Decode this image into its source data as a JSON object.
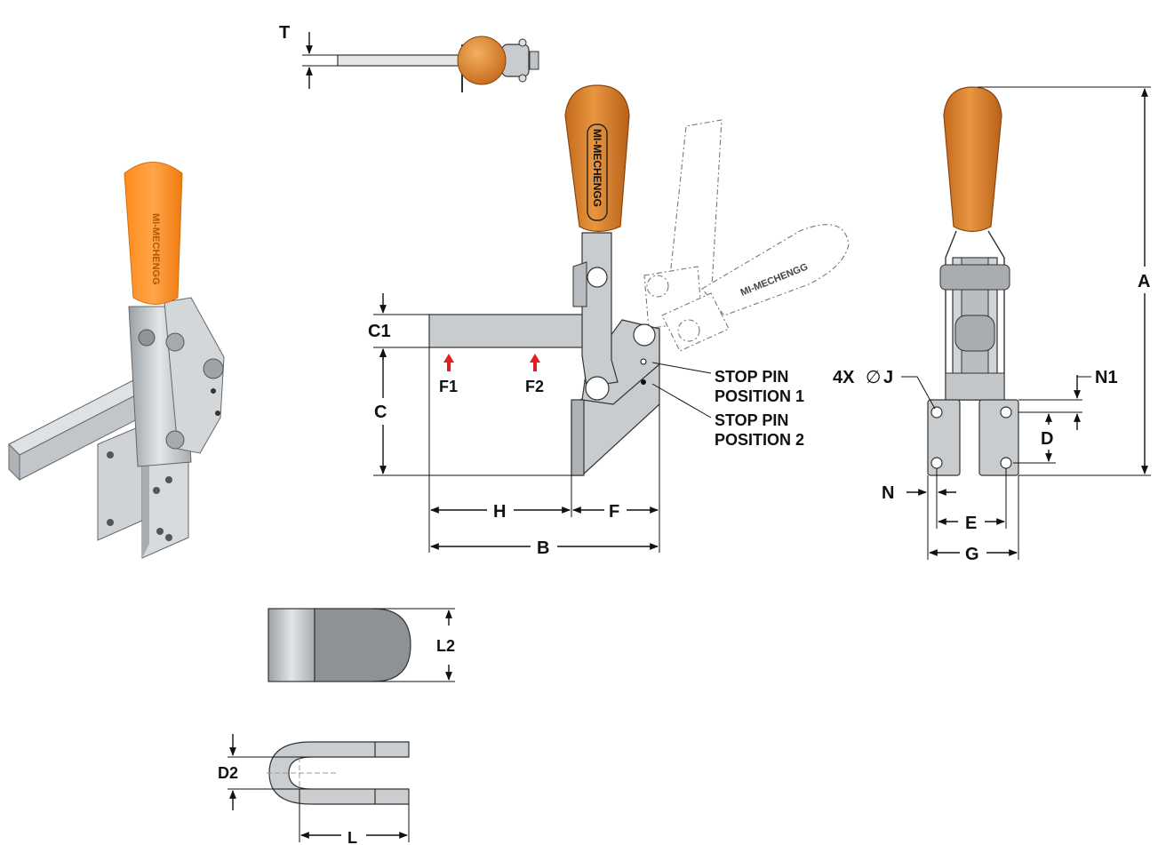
{
  "brand": "MI-MECHENGG",
  "colors": {
    "handle": "#d9822b",
    "handle_light": "#ff9a2e",
    "metal": "#c9cccf",
    "force_arrow": "#e02020",
    "line": "#111111"
  },
  "labels": {
    "T": "T",
    "C1": "C1",
    "C": "C",
    "F1": "F1",
    "F2": "F2",
    "H": "H",
    "F": "F",
    "B": "B",
    "stop_pin_1_line1": "STOP PIN",
    "stop_pin_1_line2": "POSITION 1",
    "stop_pin_2_line1": "STOP PIN",
    "stop_pin_2_line2": "POSITION 2",
    "A": "A",
    "holes": "4X",
    "diameter_symbol": "∅",
    "J": "J",
    "N1": "N1",
    "D": "D",
    "N": "N",
    "E": "E",
    "G": "G",
    "L2": "L2",
    "D2": "D2",
    "L": "L"
  }
}
